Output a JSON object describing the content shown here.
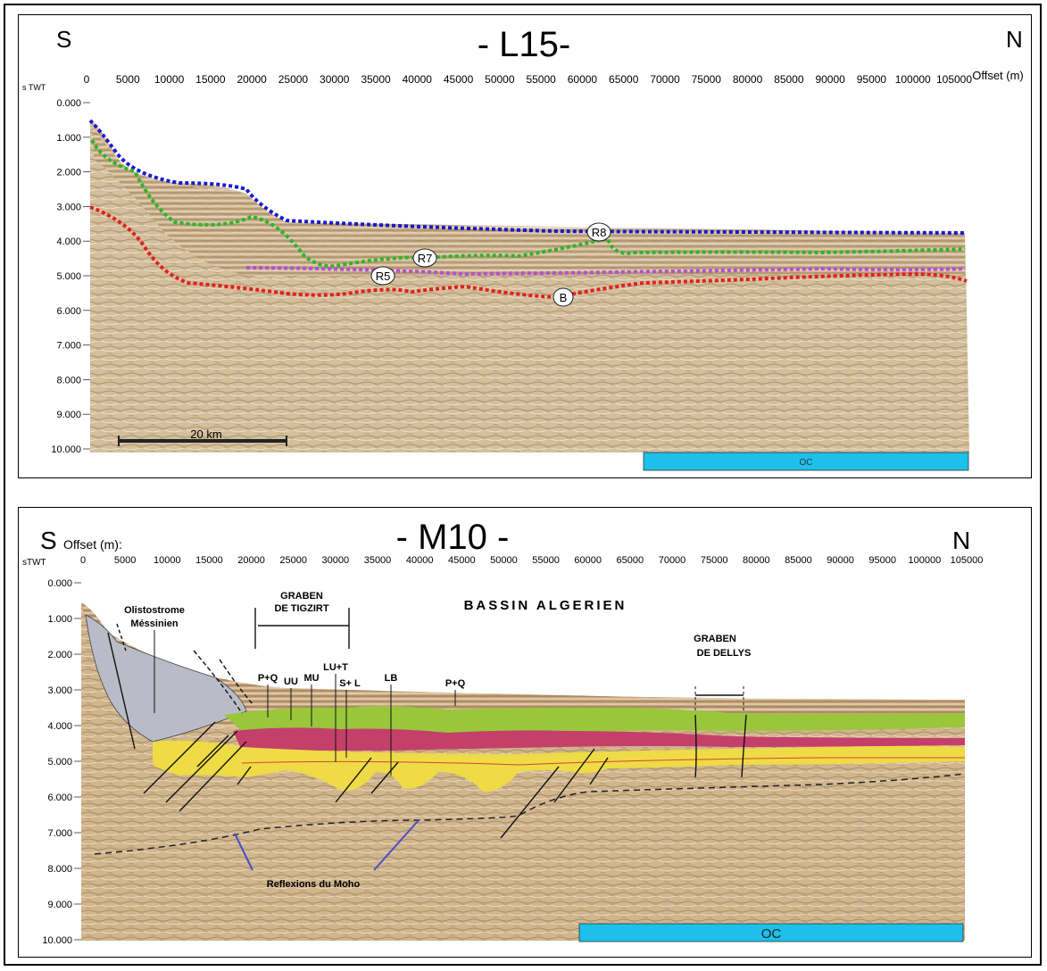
{
  "top": {
    "title": "- L15-",
    "left_dir": "S",
    "right_dir": "N",
    "y_axis_label": "s TWT",
    "offset_label": "Offset (m)",
    "x_ticks": [
      "0",
      "5000",
      "10000",
      "15000",
      "20000",
      "25000",
      "30000",
      "35000",
      "40000",
      "45000",
      "50000",
      "55000",
      "60000",
      "65000",
      "70000",
      "75000",
      "80000",
      "85000",
      "90000",
      "95000",
      "100000",
      "105000"
    ],
    "y_ticks": [
      "0.000",
      "1.000",
      "2.000",
      "3.000",
      "4.000",
      "5.000",
      "6.000",
      "7.000",
      "8.000",
      "9.000",
      "10.000"
    ],
    "scale_label": "20 km",
    "oc_label": "OC",
    "horizon_labels": {
      "r8": "R8",
      "r7": "R7",
      "r5": "R5",
      "b": "B"
    },
    "horizon_colors": {
      "r8": "#1a1acc",
      "r7": "#2db52d",
      "r5": "#b44fd6",
      "b": "#e02020"
    }
  },
  "bottom": {
    "title": "- M10 -",
    "left_dir": "S",
    "right_dir": "N",
    "offset_label": "Offset (m):",
    "y_axis_label": "sTWT",
    "x_ticks": [
      "0",
      "5000",
      "10000",
      "15000",
      "20000",
      "25000",
      "30000",
      "35000",
      "40000",
      "45000",
      "50000",
      "55000",
      "60000",
      "65000",
      "70000",
      "75000",
      "80000",
      "85000",
      "90000",
      "95000",
      "100000",
      "105000"
    ],
    "y_ticks": [
      "0.000",
      "1.000",
      "2.000",
      "3.000",
      "4.000",
      "5.000",
      "6.000",
      "7.000",
      "8.000",
      "9.000",
      "10.000"
    ],
    "basin_label": "BASSIN    ALGERIEN",
    "olisto_1": "Olistostrome",
    "olisto_2": "Méssinien",
    "graben_tig_1": "GRABEN",
    "graben_tig_2": "DE TIGZIRT",
    "graben_del_1": "GRABEN",
    "graben_del_2": "DE DELLYS",
    "units": {
      "pq1": "P+Q",
      "uu": "UU",
      "mu": "MU",
      "lut": "LU+T",
      "sl": "S+ L",
      "lb": "LB",
      "pq2": "P+Q"
    },
    "moho_label": "Reflexions du Moho",
    "oc_label": "OC",
    "oc_color": "#1cc0ea"
  }
}
